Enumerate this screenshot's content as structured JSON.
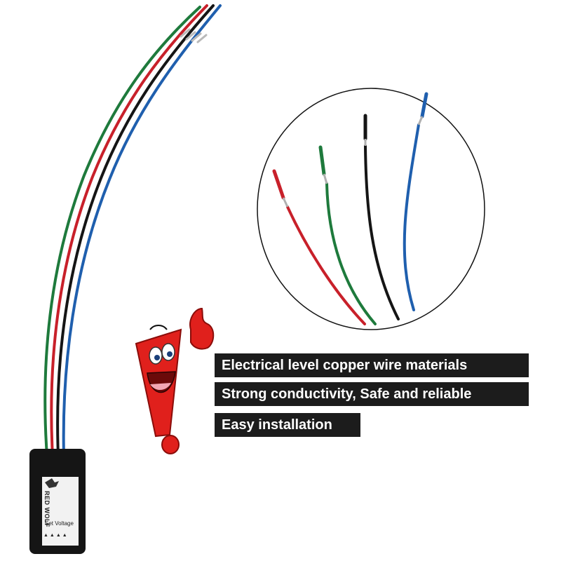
{
  "features": [
    "Electrical level copper wire materials",
    "Strong conductivity, Safe and reliable",
    "Easy installation"
  ],
  "module": {
    "brand": "RED WOLF",
    "set_voltage_label": "Set Voltage",
    "markings": "▲▲▲▲"
  },
  "wire_colors": {
    "green": "#1e7a3c",
    "red": "#c8202a",
    "black": "#151515",
    "blue": "#1f5fae"
  },
  "mascot_colors": {
    "body": "#e0201c",
    "outline": "#8a0d0a"
  }
}
